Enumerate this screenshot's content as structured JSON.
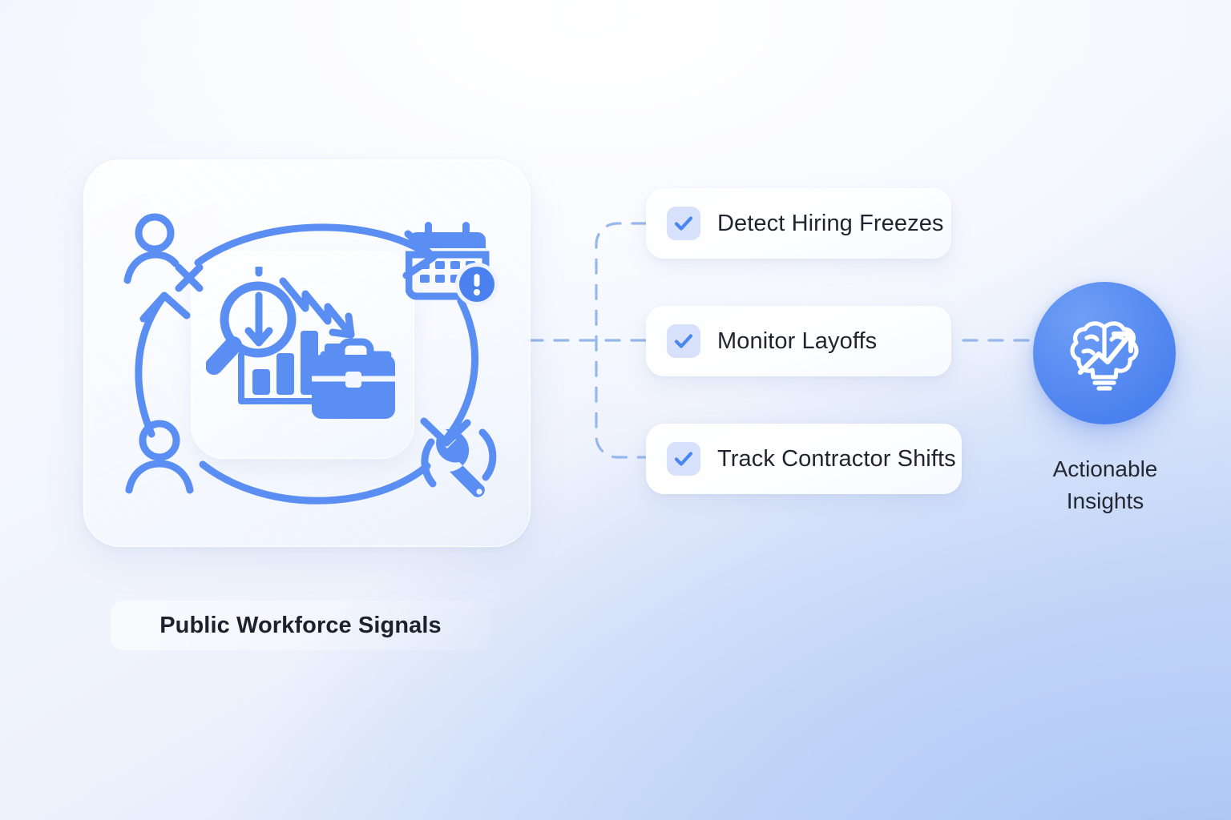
{
  "background": {
    "gradient_from": "#eaeefb",
    "gradient_to": "#bfd3f7"
  },
  "theme": {
    "accent_blue": "#4b81ee",
    "icon_blue": "#5a8ef2",
    "checkbox_fill": "#d7e1fb",
    "check_mark": "#4886f0",
    "card_bg": "#ffffff",
    "text_dark": "#1f242e",
    "connector": "#8fb2ea"
  },
  "panel": {
    "title": "Public Workforce Signals",
    "icons": [
      {
        "name": "user-removed-icon",
        "label": "Departing employee"
      },
      {
        "name": "user-icon",
        "label": "Employee"
      },
      {
        "name": "calendar-alert-icon",
        "label": "Schedule alert"
      },
      {
        "name": "wrench-icon",
        "label": "Operations tooling"
      },
      {
        "name": "cycle-arrows-icon",
        "label": "Workforce cycle"
      },
      {
        "name": "magnifier-declining-chart-briefcase-icon",
        "label": "Declining employment analysis"
      }
    ]
  },
  "checklist": {
    "items": [
      {
        "label": "Detect Hiring Freezes",
        "checked": true
      },
      {
        "label": "Monitor Layoffs",
        "checked": true
      },
      {
        "label": "Track Contractor Shifts",
        "checked": true
      }
    ]
  },
  "insight": {
    "icon": "brain-growth-idea-icon",
    "caption_line1": "Actionable",
    "caption_line2": "Insights"
  }
}
